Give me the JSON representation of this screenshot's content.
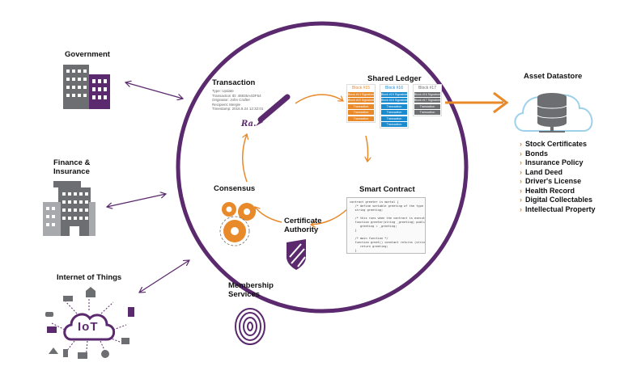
{
  "colors": {
    "purple": "#5b2a6e",
    "orange": "#e8892a",
    "gray": "#6d6e71",
    "blue": "#1b8bd0",
    "cloud": "#9fd0ea"
  },
  "labels": {
    "government": "Government",
    "finance": "Finance &\nInsurance",
    "iot": "Internet of Things",
    "transaction": "Transaction",
    "shared_ledger": "Shared Ledger",
    "asset_datastore": "Asset Datastore",
    "consensus": "Consensus",
    "smart_contract": "Smart Contract",
    "certificate_authority": "Certificate\nAuthority",
    "membership_services": "Membership\nServices",
    "iot_cloud": "IoT"
  },
  "transaction_details": {
    "type": "Type: Update",
    "id": "Transaction ID: 48835A4DF54",
    "originator": "Originator: John Crafter",
    "recipient": "Recipient: Mergle",
    "timestamp": "Timestamp: 2016.9.24 12:32:01",
    "signature": "Ra."
  },
  "ledger": {
    "blocks": [
      {
        "title": "Block #15",
        "color": "orange",
        "txs": [
          "Block #14 Signature",
          "Block #15 Signature",
          "Transaction",
          "Transaction",
          "Transaction"
        ]
      },
      {
        "title": "Block #16",
        "color": "blue",
        "txs": [
          "Block #15 Signature",
          "Block #16 Signature",
          "Transaction",
          "Transaction",
          "Transaction",
          "Transaction"
        ]
      },
      {
        "title": "Block #17",
        "color": "gray",
        "txs": [
          "Block #16 Signature",
          "Block #17 Signature",
          "Transaction",
          "Transaction"
        ]
      }
    ]
  },
  "assets": [
    "Stock Certificates",
    "Bonds",
    "Insurance Policy",
    "Land Deed",
    "Driver's License",
    "Health Record",
    "Digital Collectables",
    "Intellectual Property"
  ],
  "contract_code": [
    "contract greeter is mortal {",
    "   /* define variable greeting of the type string */",
    "   string greeting;",
    "",
    "   /* this runs when the contract is executed */",
    "   function greeter(string _greeting) public {",
    "      greeting = _greeting;",
    "   }",
    "",
    "   /* main function */",
    "   function greet() constant returns (string) {",
    "      return greeting;",
    "   }",
    "}"
  ]
}
